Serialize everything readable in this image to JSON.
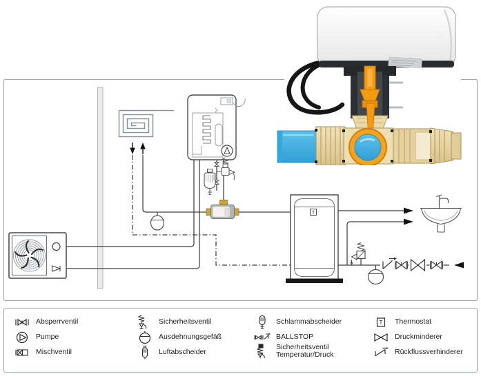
{
  "legend": {
    "thermostat_letter": "T",
    "columns": [
      {
        "items": [
          {
            "icon": "shutoff-valve-icon",
            "label": "Absperrventil"
          },
          {
            "icon": "pump-icon",
            "label": "Pumpe"
          },
          {
            "icon": "mixing-valve-icon",
            "label": "Mischventil"
          }
        ]
      },
      {
        "items": [
          {
            "icon": "safety-valve-icon",
            "label": "Sicherheitsventil"
          },
          {
            "icon": "expansion-vessel-icon",
            "label": "Ausdehnungsgefäß"
          },
          {
            "icon": "air-separator-icon",
            "label": "Luftabscheider"
          }
        ]
      },
      {
        "items": [
          {
            "icon": "dirt-separator-icon",
            "label": "Schlammabscheider"
          },
          {
            "icon": "ballstop-icon",
            "label": "BALLSTOP"
          },
          {
            "icon": "safety-valve-temp-pressure-icon",
            "label": "Sicherheitsventil\nTemperatur/Druck"
          }
        ]
      },
      {
        "items": [
          {
            "icon": "thermostat-icon",
            "label": "Thermostat"
          },
          {
            "icon": "pressure-reducer-icon",
            "label": "Druckminderer"
          },
          {
            "icon": "backflow-preventer-icon",
            "label": "Rückflussverhinderer"
          }
        ]
      }
    ]
  },
  "diagram": {
    "tank_thermostat_letter": "T",
    "components": [
      "heat-pump-outdoor-unit",
      "wall",
      "underfloor-heating-coil",
      "indoor-unit",
      "heating-expansion-vessel",
      "air-separator",
      "safety-valve",
      "motorized-ball-valve",
      "storage-tank",
      "tank-thermostat",
      "washbasin",
      "hot-water-arrow",
      "cold-water-arrow",
      "safety-relief-valve-temperature-pressure",
      "dhw-expansion-vessel",
      "backflow-preventer",
      "shutoff-valve",
      "pressure-reducer",
      "water-inlet-arrow",
      "product-photo-motorized-valve"
    ]
  },
  "colors": {
    "schematic_line": "#3a3e42",
    "wall_fill": "#ebebeb",
    "brass_fitting": "#c9a53c",
    "actuator_white": "#f4f3ef",
    "product_orange": "#f5a21f",
    "product_blue": "#49b5e5",
    "product_brass": "#e8d6a6",
    "tank_base_black": "#181818"
  }
}
